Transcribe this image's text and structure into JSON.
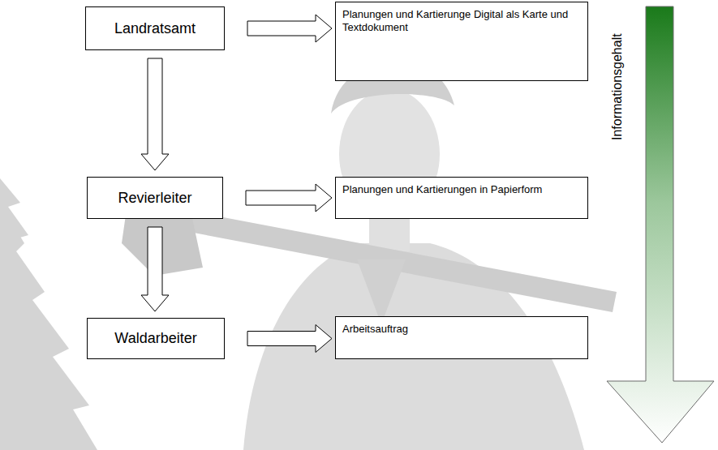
{
  "diagram": {
    "nodes": [
      {
        "text": [
          "Landratsamt"
        ]
      },
      {
        "text": [
          "Planungen und Kartierunge Digital als Karte und Textdokument"
        ]
      },
      {
        "text": [
          "Revierleiter"
        ]
      },
      {
        "text": [
          "Planungen und Kartierungen in Papierform"
        ]
      },
      {
        "text": [
          "Waldarbeiter"
        ]
      },
      {
        "text": [
          "Arbeitsauftrag"
        ]
      }
    ],
    "edges": [
      {
        "from": 0,
        "to": 1,
        "arrow": "to"
      },
      {
        "from": 0,
        "to": 2,
        "arrow": "to"
      },
      {
        "from": 2,
        "to": 3,
        "arrow": "to"
      },
      {
        "from": 2,
        "to": 4,
        "arrow": "to"
      },
      {
        "from": 4,
        "to": 5,
        "arrow": "to"
      }
    ],
    "labels": [
      "Informationsgehalt"
    ]
  }
}
